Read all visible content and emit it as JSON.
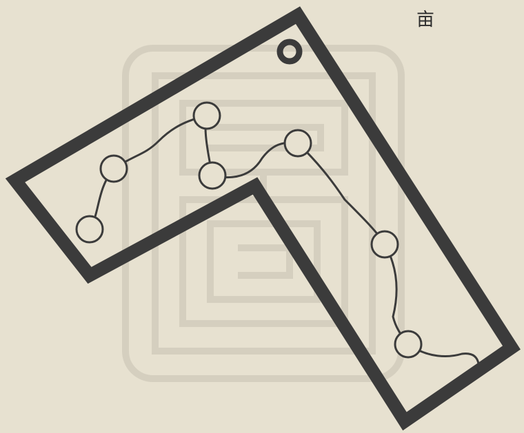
{
  "page": {
    "corner_char": "亩",
    "background_color": "#e7e1d0",
    "ink_color": "#3b3b3b",
    "watermark_color": "#d5cfbf"
  },
  "diagram": {
    "stars": [
      {
        "id": "star-1",
        "label": ""
      },
      {
        "id": "star-2",
        "label": ""
      },
      {
        "id": "star-3",
        "label": ""
      },
      {
        "id": "star-4",
        "label": ""
      },
      {
        "id": "star-5",
        "label": ""
      },
      {
        "id": "star-6",
        "label": ""
      },
      {
        "id": "star-7",
        "label": ""
      },
      {
        "id": "star-8",
        "label": ""
      }
    ]
  }
}
